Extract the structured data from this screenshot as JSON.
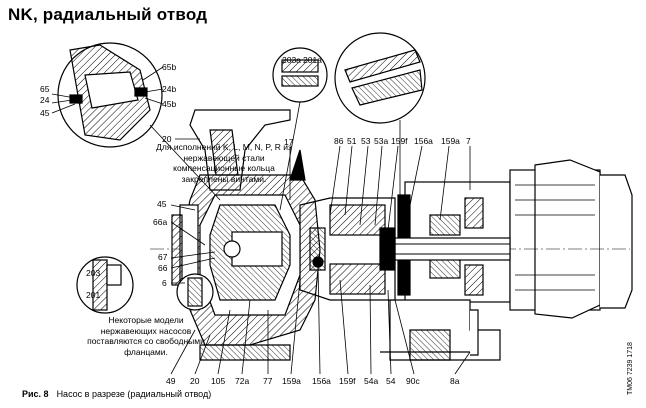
{
  "title": "NK, радиальный отвод",
  "caption": {
    "figure": "Рис. 8",
    "text": "Насос в разрезе (радиальный отвод)"
  },
  "doc_number": "TM06 7239 1718",
  "notes": {
    "stainless_kl": "Для исполнений K, L, M, N, P, R из нержавеющей стали компенсационные кольца закреплены винтами.",
    "flanges": "Некоторые модели нержавеющих насосов поставляются со свободными фланцами."
  },
  "labels": {
    "l65": "65",
    "l24": "24",
    "l45a": "45",
    "l65b": "65b",
    "l24b": "24b",
    "l45b": "45b",
    "l20a": "20",
    "l17": "17",
    "l45c": "45",
    "l66a": "66a",
    "l67": "67",
    "l66": "66",
    "l6": "6",
    "l203a": "203a",
    "l201a": "201a",
    "l203": "203",
    "l201": "201",
    "top": [
      "86",
      "51",
      "53",
      "53a",
      "159f",
      "156a",
      "159a",
      "7"
    ],
    "bottom": [
      "49",
      "20",
      "105",
      "72a",
      "77",
      "159a",
      "156a",
      "159f",
      "54a",
      "54",
      "90c",
      "8a"
    ]
  }
}
